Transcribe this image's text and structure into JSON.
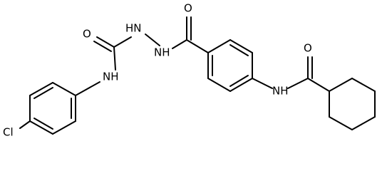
{
  "molecule": {
    "atoms": {
      "o_carbonyl_amide": "O",
      "nh_amide": "NH",
      "o_urea": "O",
      "nh_hydrazine_1": "HN",
      "nh_hydrazine_2": "NH",
      "nh_anilide": "NH",
      "o_cyclohexyl_amide": "O",
      "cl": "Cl"
    }
  }
}
